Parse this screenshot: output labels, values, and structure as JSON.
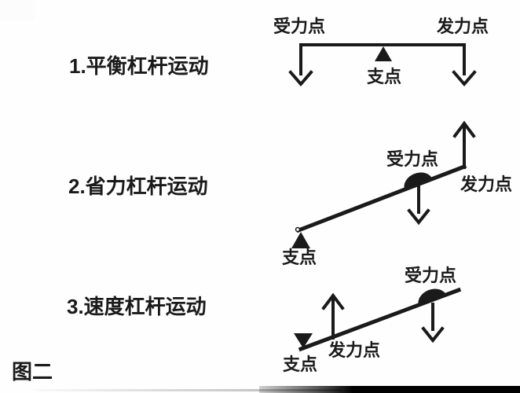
{
  "figure": {
    "caption": "图二"
  },
  "sections": [
    {
      "title": "1.平衡杠杆运动",
      "labels": {
        "load": "受力点",
        "effort": "发力点",
        "fulcrum": "支点"
      }
    },
    {
      "title": "2.省力杠杆运动",
      "labels": {
        "load": "受力点",
        "effort": "发力点",
        "fulcrum": "支点"
      }
    },
    {
      "title": "3.速度杠杆运动",
      "labels": {
        "load": "受力点",
        "effort": "发力点",
        "fulcrum": "支点"
      }
    }
  ],
  "colors": {
    "ink": "#1a1a1a",
    "background": "#fefefe"
  }
}
